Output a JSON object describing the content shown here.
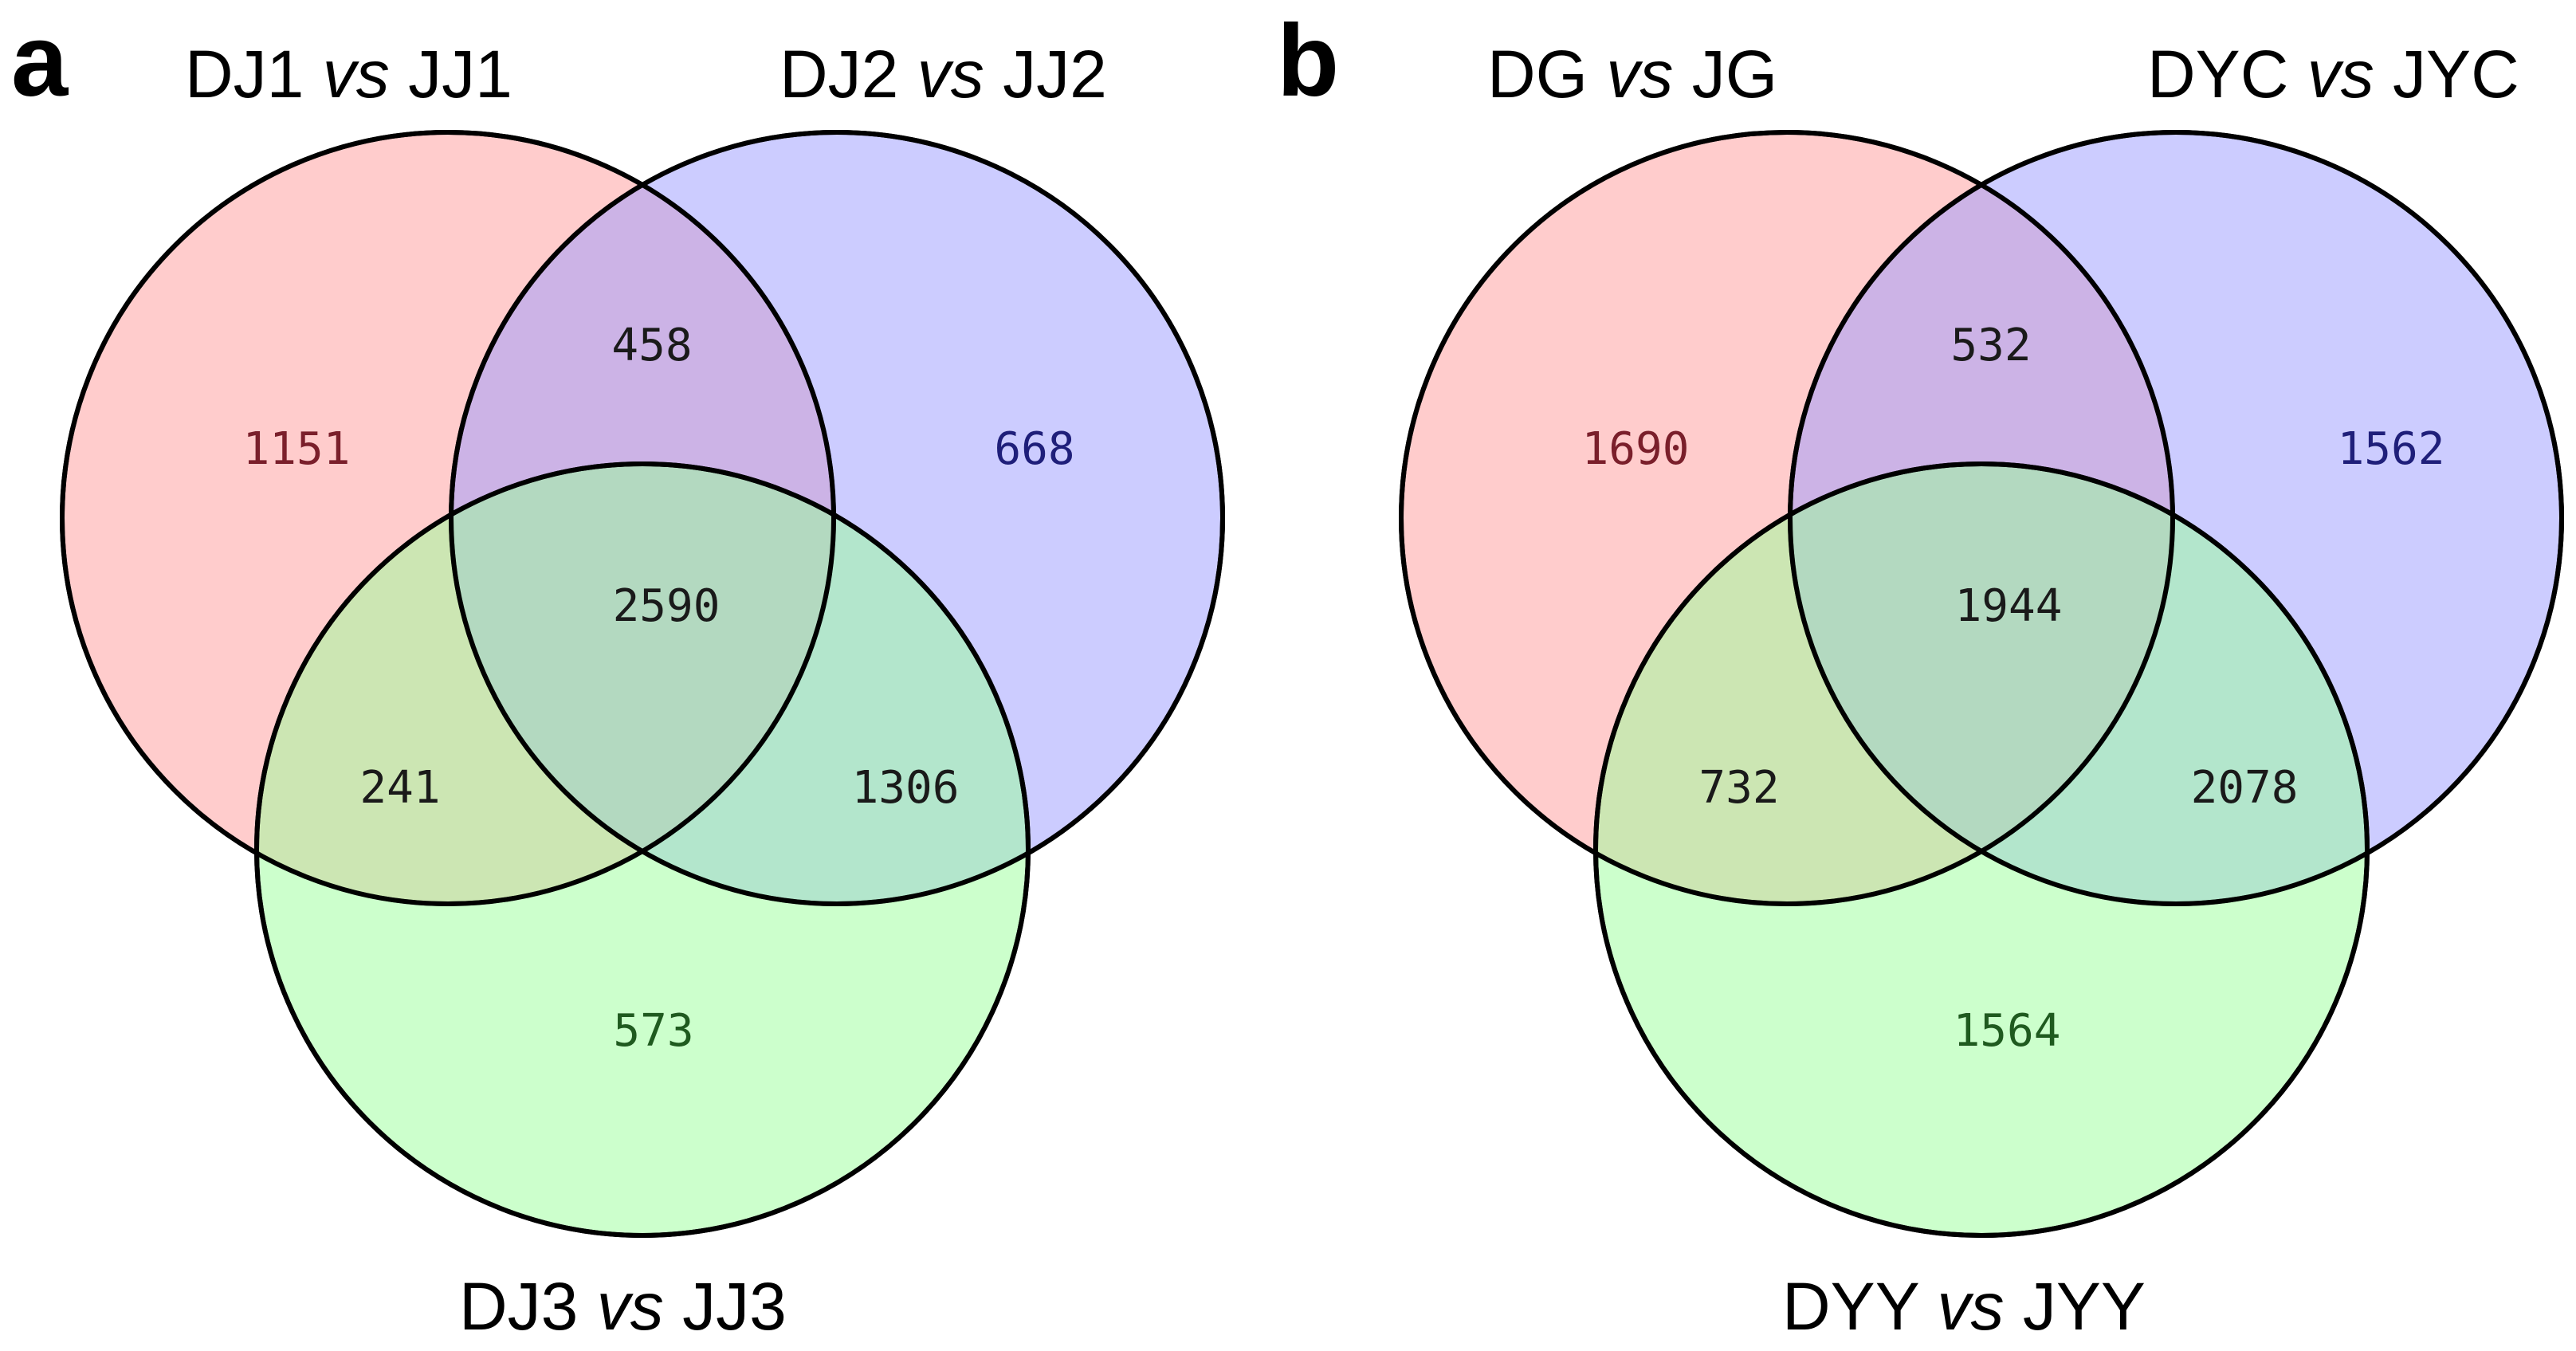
{
  "panels": [
    {
      "letter": "a",
      "sets": [
        {
          "name": "DJ1",
          "vs": "vs",
          "ref": "JJ1",
          "color": "#ff9999"
        },
        {
          "name": "DJ2",
          "vs": "vs",
          "ref": "JJ2",
          "color": "#9999ff"
        },
        {
          "name": "DJ3",
          "vs": "vs",
          "ref": "JJ3",
          "color": "#99ff99"
        }
      ],
      "regions": {
        "only_1": "1151",
        "only_2": "668",
        "only_3": "573",
        "r12": "458",
        "r13": "241",
        "r23": "1306",
        "r123": "2590"
      },
      "text_colors": {
        "only_1": "#7a1f2b",
        "only_2": "#1f1f7a",
        "only_3": "#1f5a1f",
        "shared": "#1a1a1a"
      }
    },
    {
      "letter": "b",
      "sets": [
        {
          "name": "DG",
          "vs": "vs",
          "ref": "JG",
          "color": "#ff9999"
        },
        {
          "name": "DYC",
          "vs": "vs",
          "ref": "JYC",
          "color": "#9999ff"
        },
        {
          "name": "DYY",
          "vs": "vs",
          "ref": "JYY",
          "color": "#99ff99"
        }
      ],
      "regions": {
        "only_1": "1690",
        "only_2": "1562",
        "only_3": "1564",
        "r12": "532",
        "r13": "732",
        "r23": "2078",
        "r123": "1944"
      },
      "text_colors": {
        "only_1": "#7a1f2b",
        "only_2": "#1f1f7a",
        "only_3": "#1f5a1f",
        "shared": "#1a1a1a"
      }
    }
  ]
}
